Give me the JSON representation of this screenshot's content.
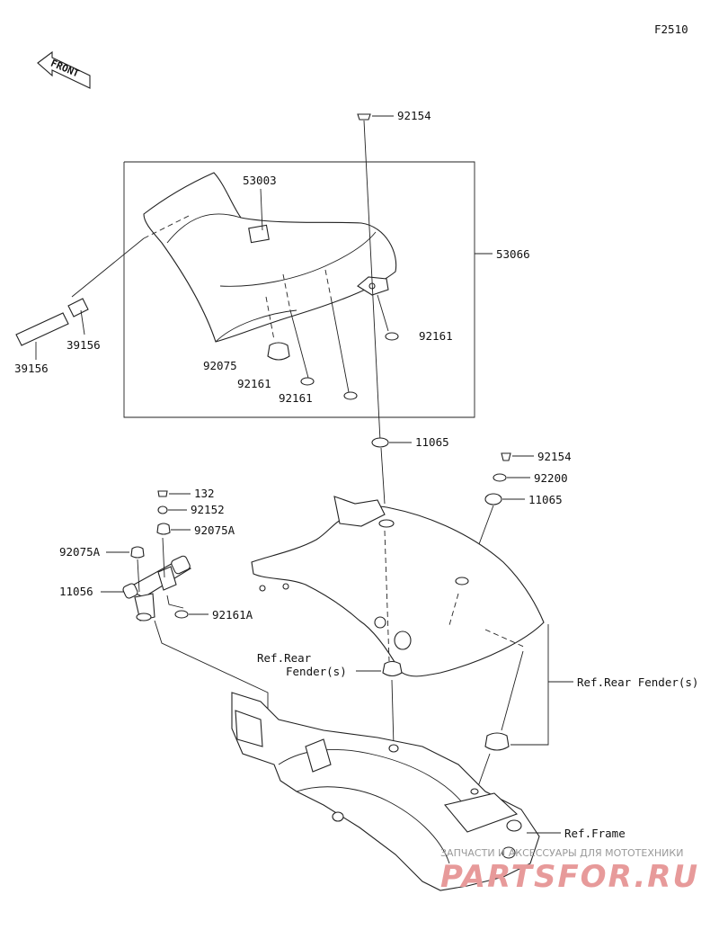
{
  "diagram_id": "F2510",
  "front_label": "FRONT",
  "callouts": {
    "p92154_top": "92154",
    "p53003": "53003",
    "p53066": "53066",
    "p39156_a": "39156",
    "p39156_b": "39156",
    "p92161_a": "92161",
    "p92075": "92075",
    "p92161_b": "92161",
    "p92161_c": "92161",
    "p11065_a": "11065",
    "p92154_b": "92154",
    "p92200": "92200",
    "p11065_b": "11065",
    "p132": "132",
    "p92152": "92152",
    "p92075A_a": "92075A",
    "p92075A_b": "92075A",
    "p11056": "11056",
    "p92161A": "92161A",
    "ref_rear_1": "Ref.Rear",
    "ref_rear_2": "Fender(s)",
    "ref_rear_fenders": "Ref.Rear Fender(s)",
    "ref_frame": "Ref.Frame"
  },
  "watermark": {
    "tagline": "ЗАПЧАСТИ И АКСЕССУАРЫ ДЛЯ МОТОТЕХНИКИ",
    "logo": "PARTSFOR.RU",
    "color": "#e79a9a"
  }
}
